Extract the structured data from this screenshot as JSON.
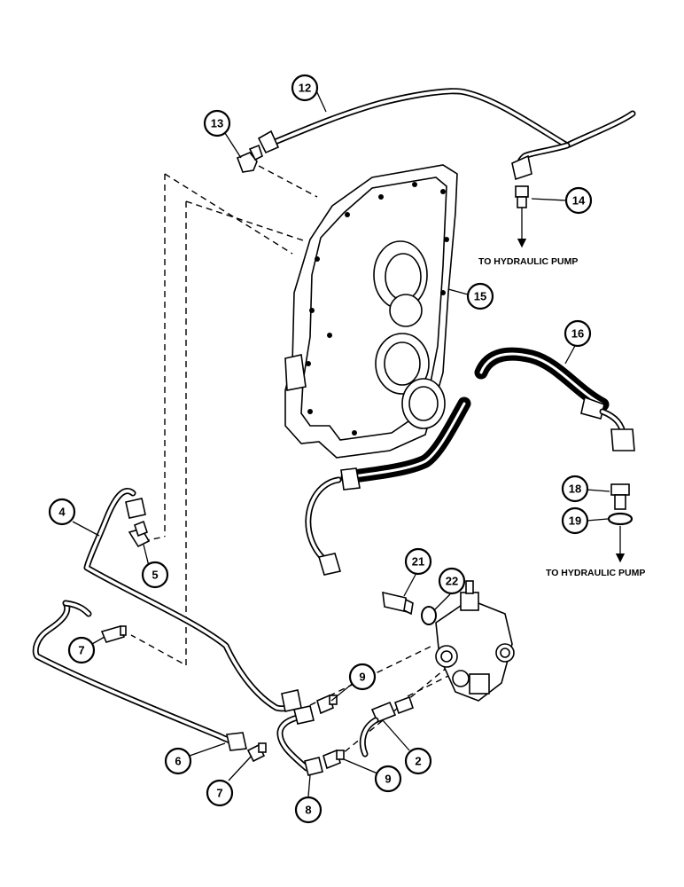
{
  "callouts": {
    "c2": "2",
    "c4": "4",
    "c5": "5",
    "c6": "6",
    "c7a": "7",
    "c7b": "7",
    "c8": "8",
    "c9a": "9",
    "c9b": "9",
    "c12": "12",
    "c13": "13",
    "c14": "14",
    "c15": "15",
    "c16": "16",
    "c18": "18",
    "c19": "19",
    "c21": "21",
    "c22": "22"
  },
  "destinations": {
    "upper": "TO HYDRAULIC PUMP",
    "lower": "TO HYDRAULIC PUMP"
  }
}
